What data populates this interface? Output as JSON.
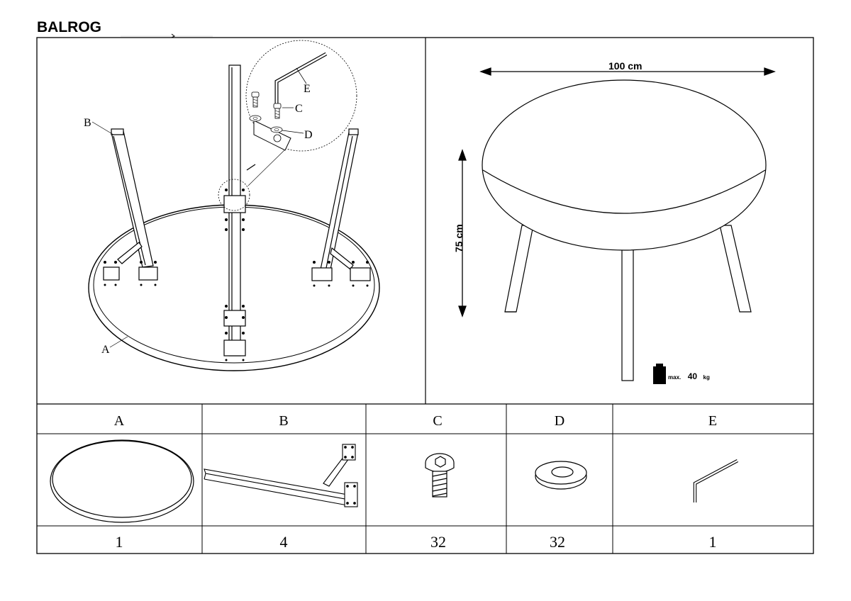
{
  "title": "BALROG",
  "assembly": {
    "callout_A": "A",
    "callout_B": "B",
    "callout_C": "C",
    "callout_D": "D",
    "callout_E": "E"
  },
  "dimensions": {
    "width": "100 cm",
    "height": "75 cm",
    "max_load_prefix": "max.",
    "max_load_value": "40",
    "max_load_unit": "kg"
  },
  "parts": [
    {
      "letter": "A",
      "icon": "round-tabletop-icon",
      "qty": "1"
    },
    {
      "letter": "B",
      "icon": "table-leg-icon",
      "qty": "4"
    },
    {
      "letter": "C",
      "icon": "screw-icon",
      "qty": "32"
    },
    {
      "letter": "D",
      "icon": "washer-icon",
      "qty": "32"
    },
    {
      "letter": "E",
      "icon": "allen-key-icon",
      "qty": "1"
    }
  ]
}
